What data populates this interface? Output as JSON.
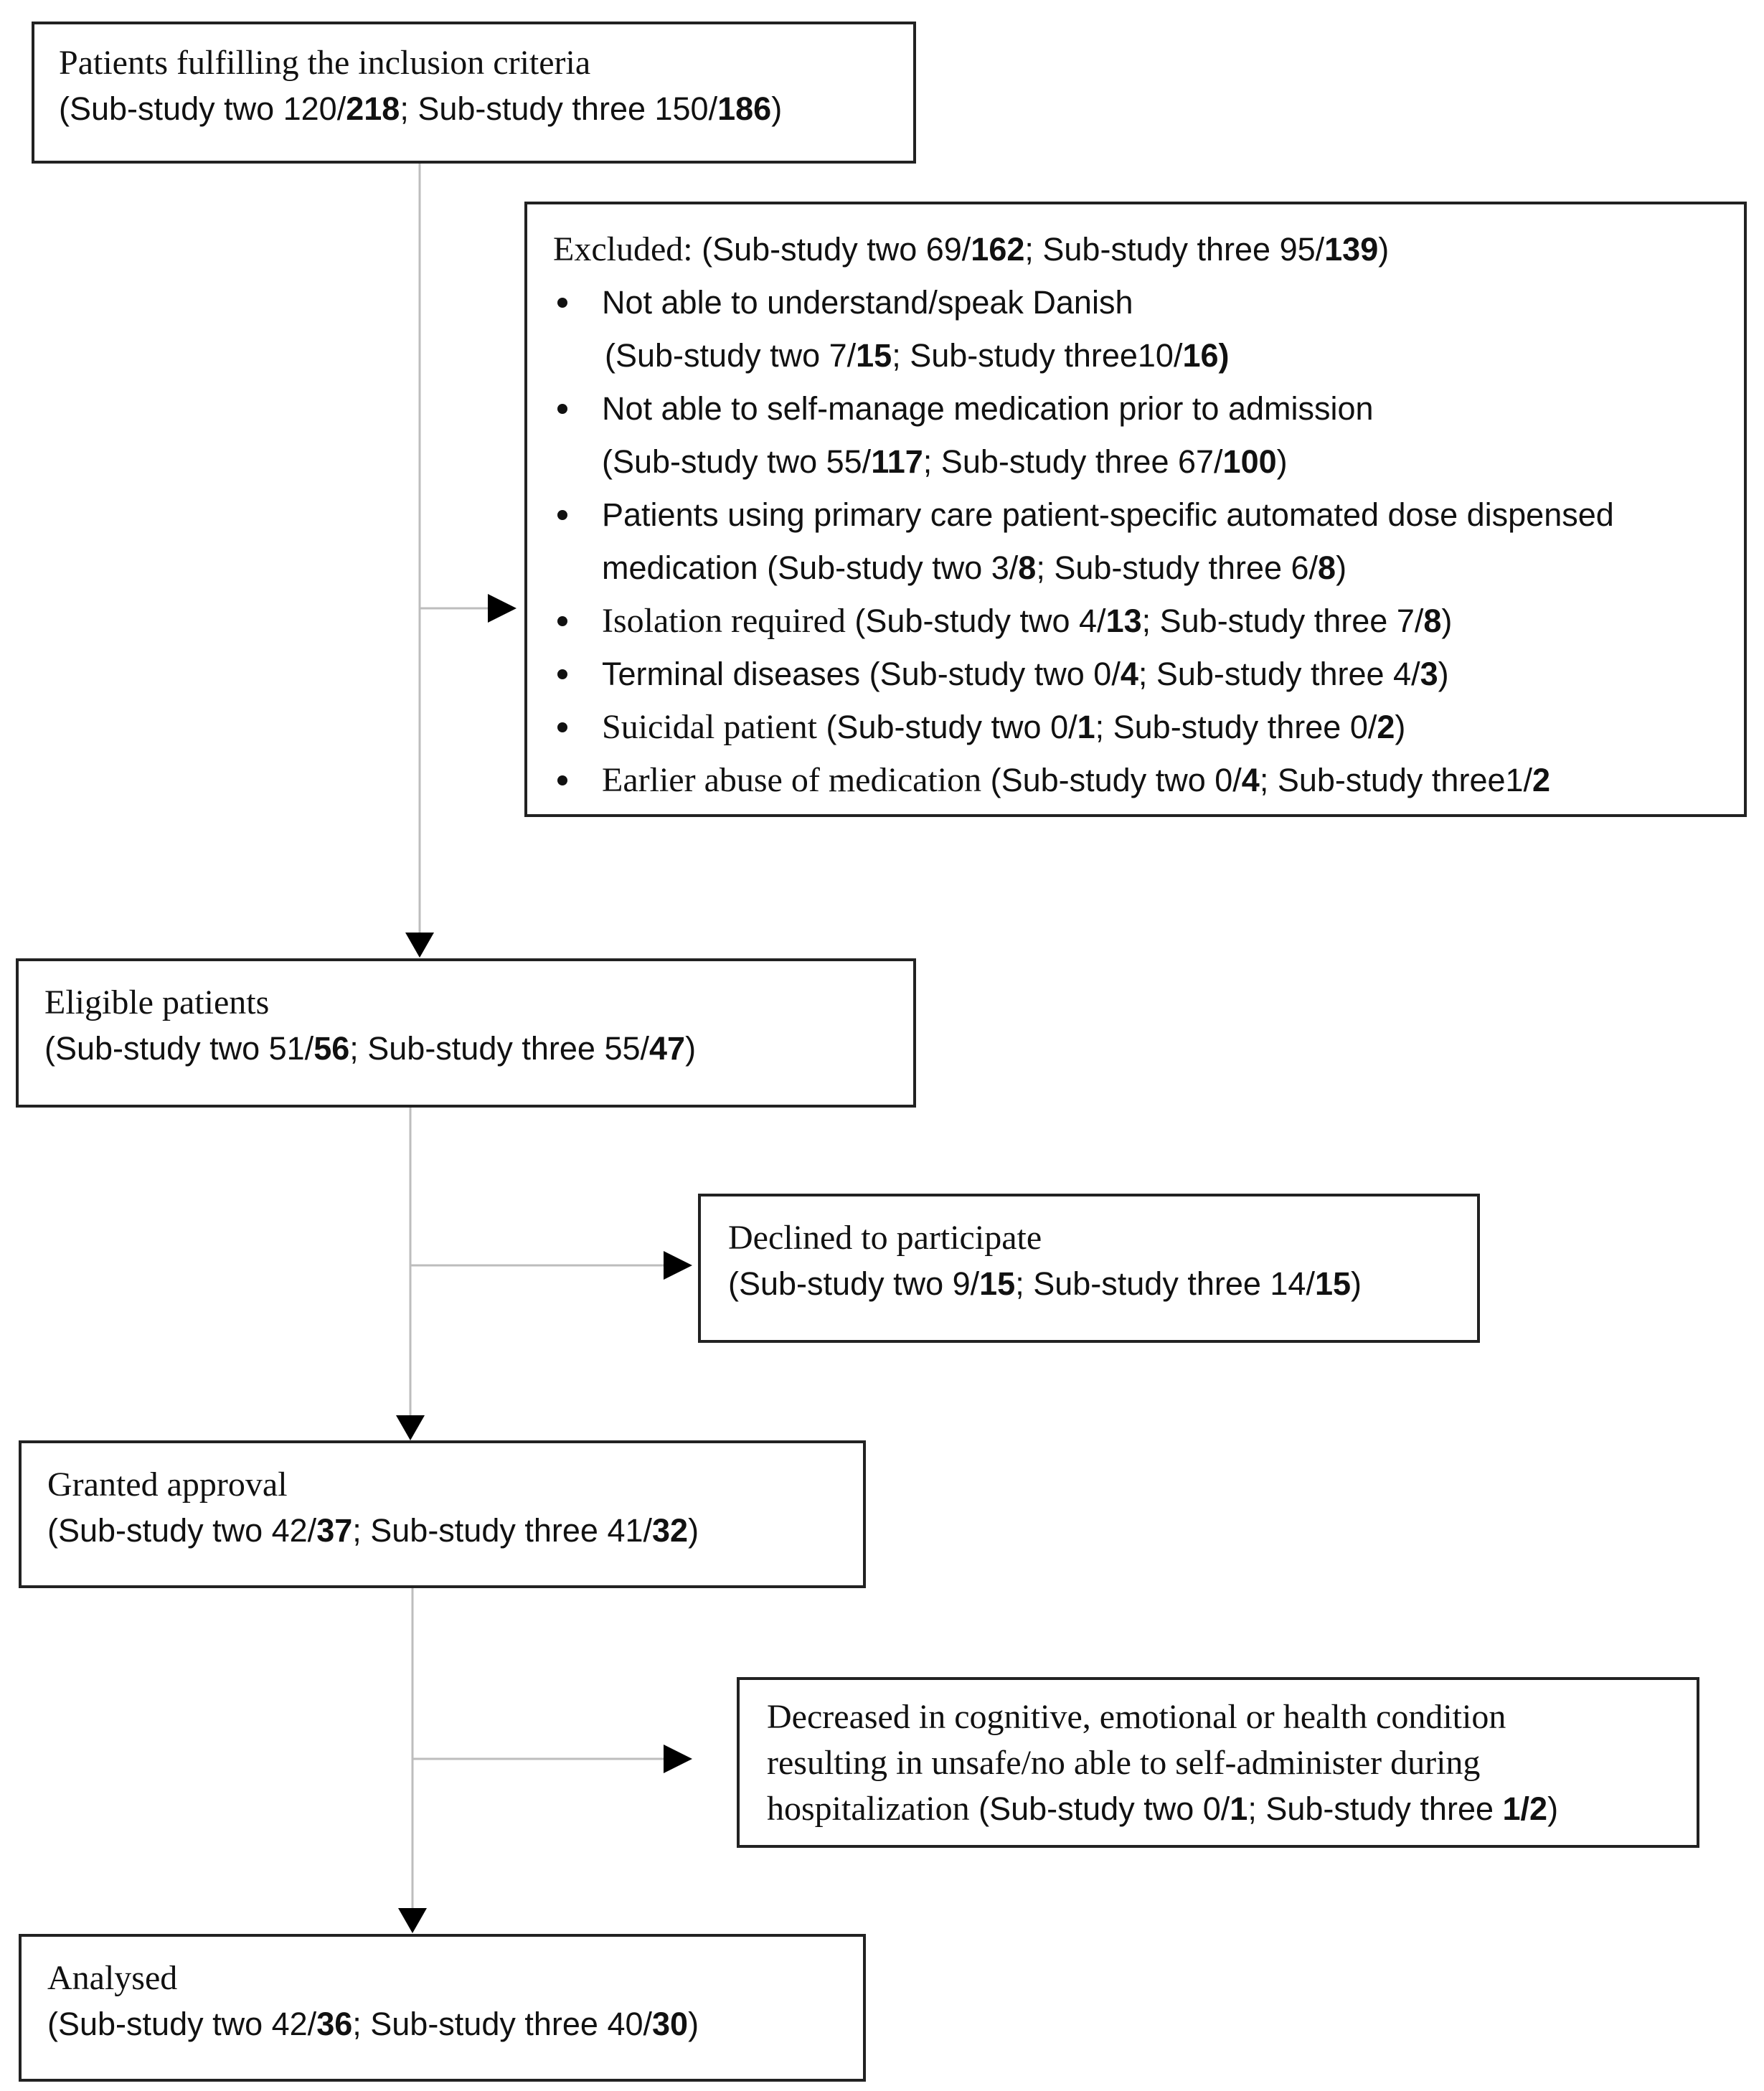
{
  "nodes": {
    "inclusion": {
      "title": "Patients fulfilling the inclusion criteria",
      "c1": "(Sub-study two 120/",
      "b1": "218",
      "c2": "; Sub-study three 150/",
      "b2": "186",
      "c3": ")"
    },
    "excluded": {
      "head": "Excluded:",
      "c1": " (Sub-study two 69/",
      "b1": "162",
      "c2": "; Sub-study three 95/",
      "b2": "139",
      "c3": ")",
      "items": [
        {
          "label": "Not able to understand/speak Danish",
          "c1": "(Sub-study two 7/",
          "b1": "15",
          "c2": "; Sub-study three10/",
          "b2": "16)",
          "c3": ""
        },
        {
          "label": "Not able to self-manage medication prior to admission",
          "c1": "(Sub-study two 55/",
          "b1": "117",
          "c2": "; Sub-study three 67/",
          "b2": "100",
          "c3": ")"
        },
        {
          "label": "Patients using primary care patient-specific automated dose dispensed",
          "c0": "medication",
          "c1": " (Sub-study two 3/",
          "b1": "8",
          "c2": "; Sub-study three 6/",
          "b2": "8",
          "c3": ")"
        },
        {
          "label": "Isolation required",
          "c1": " (Sub-study two 4/",
          "b1": "13",
          "c2": "; Sub-study three 7/",
          "b2": "8",
          "c3": ")"
        },
        {
          "label": "Terminal diseases",
          "c1": " (Sub-study two 0/",
          "b1": "4",
          "c2": "; Sub-study three 4/",
          "b2": "3",
          "c3": ")"
        },
        {
          "label": "Suicidal patient",
          "c1": " (Sub-study two  0/",
          "b1": "1",
          "c2": "; Sub-study three 0/",
          "b2": "2",
          "c3": ")"
        },
        {
          "label": "Earlier abuse of medication",
          "c1": " (Sub-study two  0/",
          "b1": "4",
          "c2": "; Sub-study three1/",
          "b2": "2",
          "c3": ""
        }
      ]
    },
    "eligible": {
      "title": "Eligible patients",
      "c1": "(Sub-study two 51/",
      "b1": "56",
      "c2": "; Sub-study three 55/",
      "b2": "47",
      "c3": ")"
    },
    "declined": {
      "title": "Declined to participate",
      "c1": "(Sub-study two 9/",
      "b1": "15",
      "c2": "; Sub-study three 14/",
      "b2": "15",
      "c3": ")"
    },
    "approved": {
      "title": "Granted approval",
      "c1": "(Sub-study two 42/",
      "b1": "37",
      "c2": "; Sub-study three 41/",
      "b2": "32",
      "c3": ")"
    },
    "decreased": {
      "line1": "Decreased in cognitive, emotional or health condition",
      "line2": "resulting in unsafe/no able to self-administer during",
      "line3a": "hospitalization",
      "c1": " (Sub-study two 0/",
      "b1": "1",
      "c2": "; Sub-study three ",
      "b2": "1/2",
      "c3": ")"
    },
    "analysed": {
      "title": "Analysed",
      "c1": "(Sub-study two 42/",
      "b1": "36",
      "c2": "; Sub-study three 40/",
      "b2": "30",
      "c3": ")"
    }
  },
  "colors": {
    "box_border": "#222222",
    "arrow": "#bdbdbd",
    "arrowhead": "#000000"
  }
}
